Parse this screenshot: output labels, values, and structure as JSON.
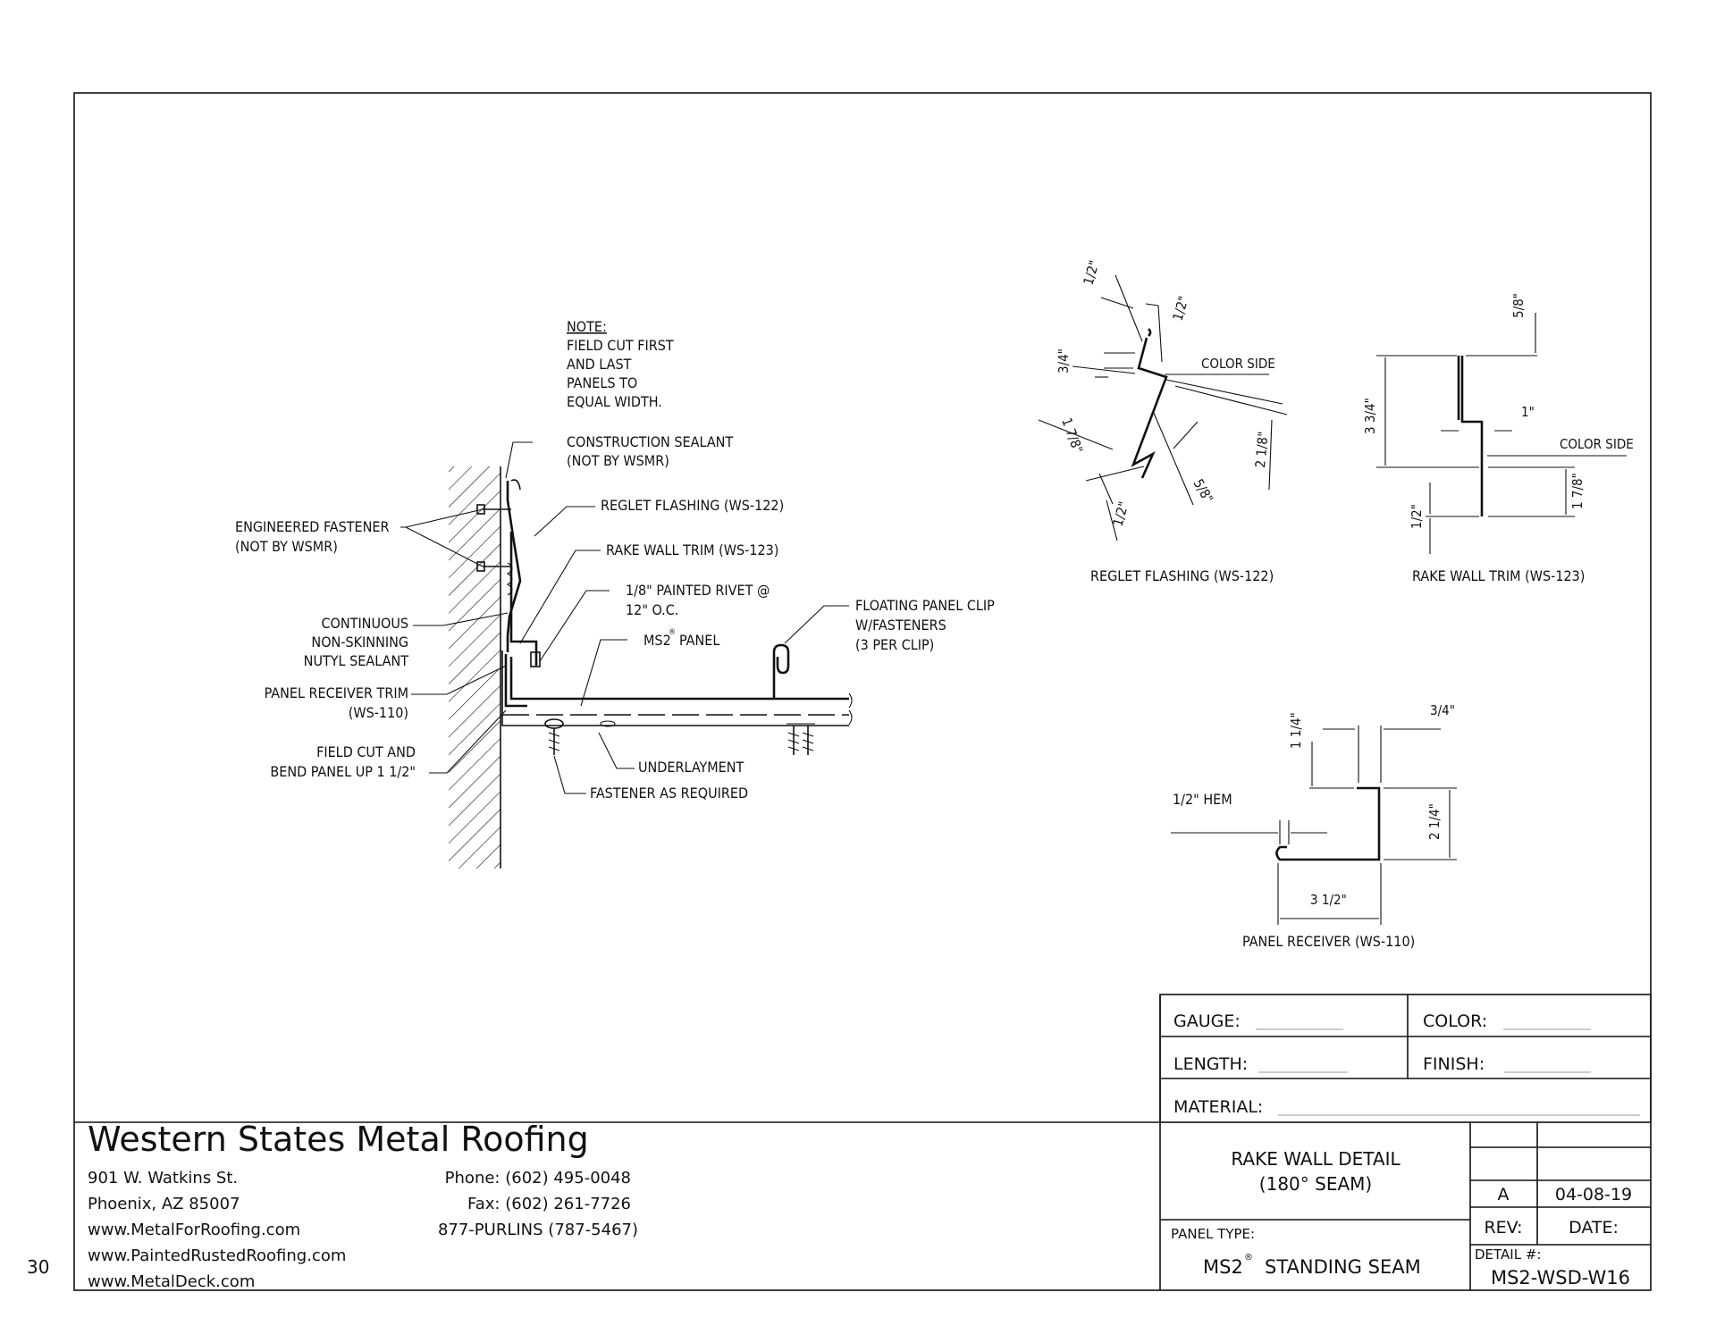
{
  "page_number": "30",
  "main_detail": {
    "note": [
      "NOTE:",
      "FIELD CUT FIRST",
      "AND LAST",
      "PANELS TO",
      "EQUAL WIDTH."
    ],
    "labels": {
      "construction_sealant": [
        "CONSTRUCTION SEALANT",
        "(NOT BY WSMR)"
      ],
      "reglet_flashing": "REGLET FLASHING (WS-122)",
      "engineered_fastener": [
        "ENGINEERED FASTENER",
        "(NOT BY WSMR)"
      ],
      "rake_wall_trim": "RAKE WALL TRIM (WS-123)",
      "rivet": [
        "1/8\" PAINTED RIVET @",
        "12\" O.C."
      ],
      "floating_clip": [
        "FLOATING PANEL CLIP",
        "W/FASTENERS",
        "(3 PER CLIP)"
      ],
      "sealant": [
        "CONTINUOUS",
        "NON-SKINNING",
        "NUTYL SEALANT"
      ],
      "ms2_panel": "MS2",
      "ms2_panel_suffix": "PANEL",
      "registered": "®",
      "panel_receiver": [
        "PANEL RECEIVER TRIM",
        "(WS-110)"
      ],
      "field_cut": [
        "FIELD CUT AND",
        "BEND PANEL UP 1 1/2\""
      ],
      "underlayment": "UNDERLAYMENT",
      "fastener_required": "FASTENER AS REQUIRED"
    }
  },
  "profiles": {
    "reglet": {
      "title": "REGLET FLASHING (WS-122)",
      "color_side": "COLOR SIDE",
      "dims": [
        "1/2\"",
        "1/2\"",
        "3/4\"",
        "1 7/8\"",
        "2 1/8\"",
        "5/8\"",
        "1/2\""
      ]
    },
    "rake": {
      "title": "RAKE WALL TRIM (WS-123)",
      "color_side": "COLOR SIDE",
      "dims": [
        "5/8\"",
        "3 3/4\"",
        "1\"",
        "1 7/8\"",
        "1/2\""
      ]
    },
    "receiver": {
      "title": "PANEL RECEIVER (WS-110)",
      "hem": "1/2\" HEM",
      "dims": [
        "3/4\"",
        "1 1/4\"",
        "2 1/4\"",
        "3 1/2\""
      ]
    }
  },
  "fields": {
    "gauge": "GAUGE:",
    "color": "COLOR:",
    "length": "LENGTH:",
    "finish": "FINISH:",
    "material": "MATERIAL:"
  },
  "company": {
    "name": "Western States Metal Roofing",
    "address1": "901 W. Watkins St.",
    "address2": "Phoenix, AZ 85007",
    "web1": "www.MetalForRoofing.com",
    "web2": "www.PaintedRustedRoofing.com",
    "web3": "www.MetalDeck.com",
    "phone": "Phone: (602) 495-0048",
    "fax": "Fax: (602) 261-7726",
    "tollfree": "877-PURLINS (787-5467)"
  },
  "title_block": {
    "title_line1": "RAKE WALL DETAIL",
    "title_line2": "(180° SEAM)",
    "panel_type_label": "PANEL TYPE:",
    "panel_type": "MS2",
    "panel_type_suffix": "STANDING SEAM",
    "rev": "A",
    "date": "04-08-19",
    "rev_label": "REV:",
    "date_label": "DATE:",
    "detail_label": "DETAIL #:",
    "detail_no": "MS2-WSD-W16"
  }
}
